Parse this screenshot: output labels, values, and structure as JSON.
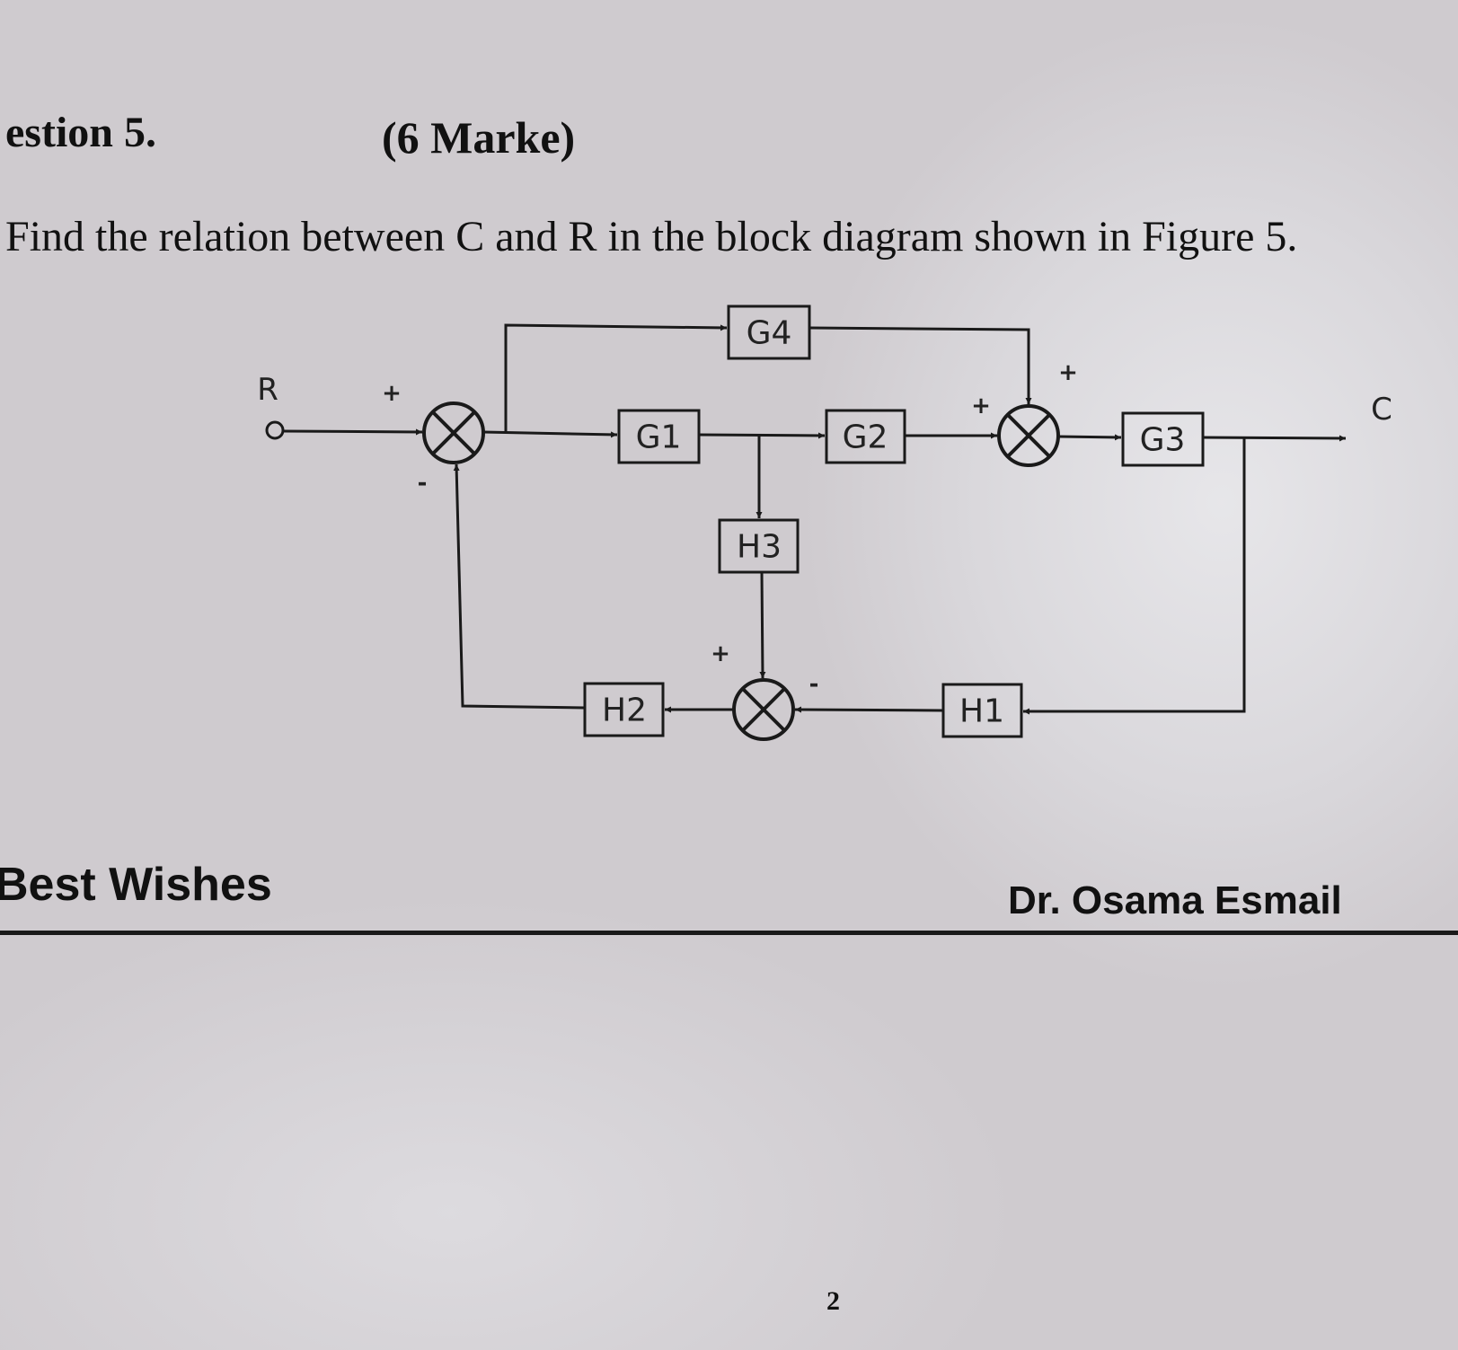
{
  "question": {
    "number": "estion 5.",
    "marks": "(6 Marke)",
    "instruction": "Find the relation between C and R in the block diagram shown in Figure 5."
  },
  "diagram": {
    "input_label": "R",
    "output_label": "C",
    "blocks": {
      "g1": "G1",
      "g2": "G2",
      "g3": "G3",
      "g4": "G4",
      "h1": "H1",
      "h2": "H2",
      "h3": "H3"
    },
    "signs": {
      "sj1_plus": "+",
      "sj1_minus": "-",
      "sj2_plus_top": "+",
      "sj2_plus_left": "+",
      "sj3_plus": "+",
      "sj3_minus": "-"
    }
  },
  "footer": {
    "left": "Best Wishes",
    "right": "Dr. Osama Esmail",
    "page_number": "2"
  }
}
